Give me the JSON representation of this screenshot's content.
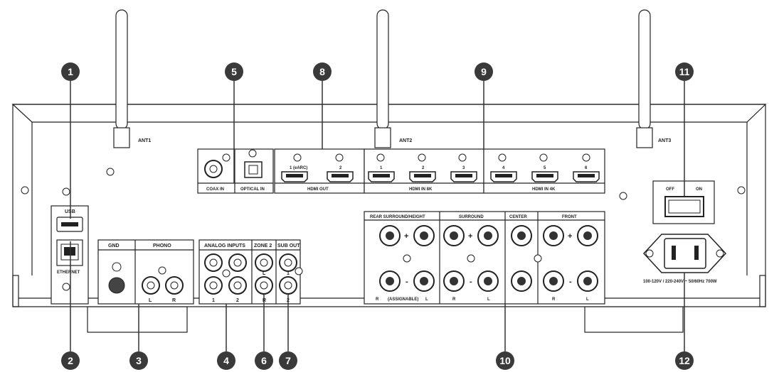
{
  "antennas": {
    "ant1": "ANT1",
    "ant2": "ANT2",
    "ant3": "ANT3"
  },
  "usb": {
    "title": "USB",
    "ethernet": "ETHERNET"
  },
  "gnd_phono": {
    "gnd": "GND",
    "phono": "PHONO",
    "l": "L",
    "r": "R"
  },
  "analog": {
    "title": "ANALOG INPUTS",
    "n1": "1",
    "n2": "2"
  },
  "zone2": {
    "title": "ZONE 2",
    "l": "L",
    "r": "R"
  },
  "sub": {
    "title": "SUB OUT",
    "n1": "1",
    "n2": "2"
  },
  "digital": {
    "coax": "COAX IN",
    "optical": "OPTICAL IN"
  },
  "hdmi_out": {
    "title": "HDMI OUT",
    "p1": "1 (eARC)",
    "p2": "2"
  },
  "hdmi_8k": {
    "title": "HDMI IN 8K",
    "p1": "1",
    "p2": "2",
    "p3": "3"
  },
  "hdmi_4k": {
    "title": "HDMI IN 4K",
    "p4": "4",
    "p5": "5",
    "p6": "6"
  },
  "speakers": {
    "rear": "REAR SURROUND/HEIGHT",
    "surround": "SURROUND",
    "center": "CENTER",
    "front": "FRONT",
    "plus": "+",
    "minus": "-",
    "r": "R",
    "l": "L",
    "assignable": "(ASSIGNABLE)"
  },
  "power": {
    "off": "OFF",
    "on": "ON",
    "rating": "100-120V / 220-240V ~ 50/60Hz  700W"
  },
  "callouts": [
    "1",
    "2",
    "3",
    "4",
    "5",
    "6",
    "7",
    "8",
    "9",
    "10",
    "11",
    "12"
  ]
}
